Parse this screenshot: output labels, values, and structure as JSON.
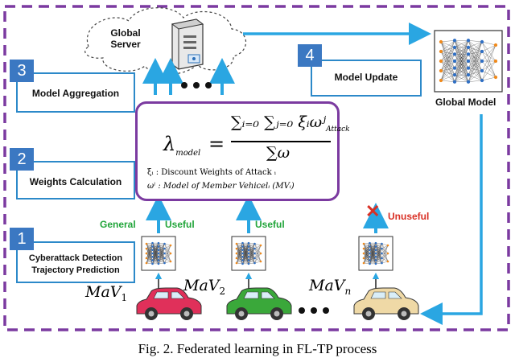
{
  "diagram": {
    "server_label": [
      "Global",
      "Server"
    ],
    "global_model_label": "Global Model",
    "steps": [
      {
        "number": "1",
        "label_lines": [
          "Cyberattack Detection",
          "Trajectory Prediction"
        ]
      },
      {
        "number": "2",
        "label_lines": [
          "Weights Calculation"
        ]
      },
      {
        "number": "3",
        "label_lines": [
          "Model Aggregation"
        ]
      },
      {
        "number": "4",
        "label_lines": [
          "Model Update"
        ]
      }
    ],
    "formula": {
      "lhs": "λ",
      "lhs_sub": "model",
      "equals": "=",
      "numerator": "∑ᵢ₌₀ ∑ⱼ₌₀ ξᵢωʲ",
      "numerator_sub": "Attack",
      "denominator": "∑ω",
      "note_xi": "ξᵢ : Discount Weights of Attack ᵢ",
      "note_omega": "ωⁱ : Model of Member Vehicelᵢ (MVᵢ)"
    },
    "arrow_labels": {
      "general": "General",
      "useful_1": "Useful",
      "useful_2": "Useful",
      "unuseful": "Unuseful",
      "reject_mark": "✕"
    },
    "vehicles": [
      {
        "base": "MaV",
        "sub": "1"
      },
      {
        "base": "MaV",
        "sub": "2"
      },
      {
        "base": "MaV",
        "sub": "n"
      }
    ],
    "dots": "● ● ●",
    "car_colors": [
      "#e0305a",
      "#3aa83a",
      "#efd9a6"
    ],
    "accent_colors": {
      "border": "#7b3aa0",
      "arrow": "#2aa6e2",
      "step": "#3b78c2"
    }
  },
  "caption": "Fig. 2.   Federated learning in FL-TP process"
}
